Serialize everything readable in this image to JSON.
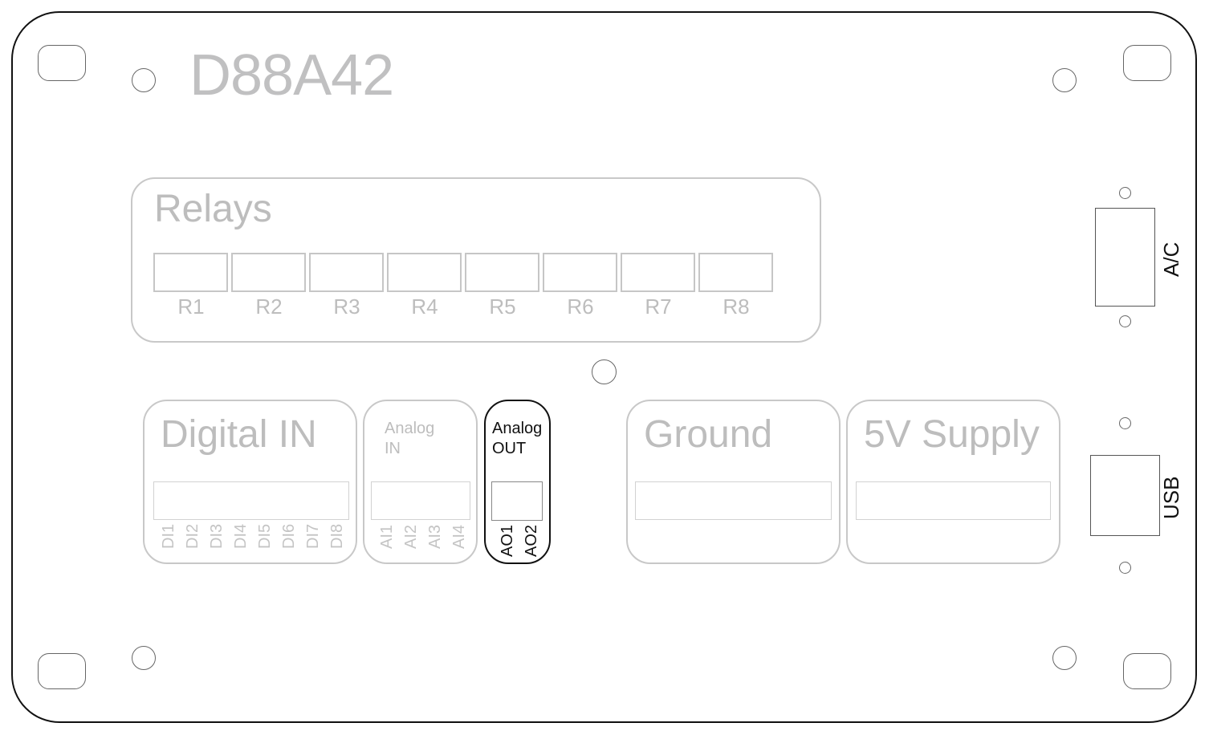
{
  "board": {
    "model": "D88A42",
    "colors": {
      "outline": "#111111",
      "inactive": "#c0c0c0",
      "active": "#111111"
    }
  },
  "relays": {
    "title": "Relays",
    "items": [
      "R1",
      "R2",
      "R3",
      "R4",
      "R5",
      "R6",
      "R7",
      "R8"
    ]
  },
  "digital_in": {
    "title": "Digital IN",
    "pins": [
      "DI1",
      "DI2",
      "DI3",
      "DI4",
      "DI5",
      "DI6",
      "DI7",
      "DI8"
    ]
  },
  "analog_in": {
    "title_line1": "Analog",
    "title_line2": "IN",
    "pins": [
      "AI1",
      "AI2",
      "AI3",
      "AI4"
    ]
  },
  "analog_out": {
    "title_line1": "Analog",
    "title_line2": "OUT",
    "pins": [
      "AO1",
      "AO2"
    ],
    "highlighted": true
  },
  "ground": {
    "title": "Ground"
  },
  "supply": {
    "title": "5V Supply"
  },
  "ports": {
    "ac": {
      "label": "A/C"
    },
    "usb": {
      "label": "USB"
    }
  }
}
